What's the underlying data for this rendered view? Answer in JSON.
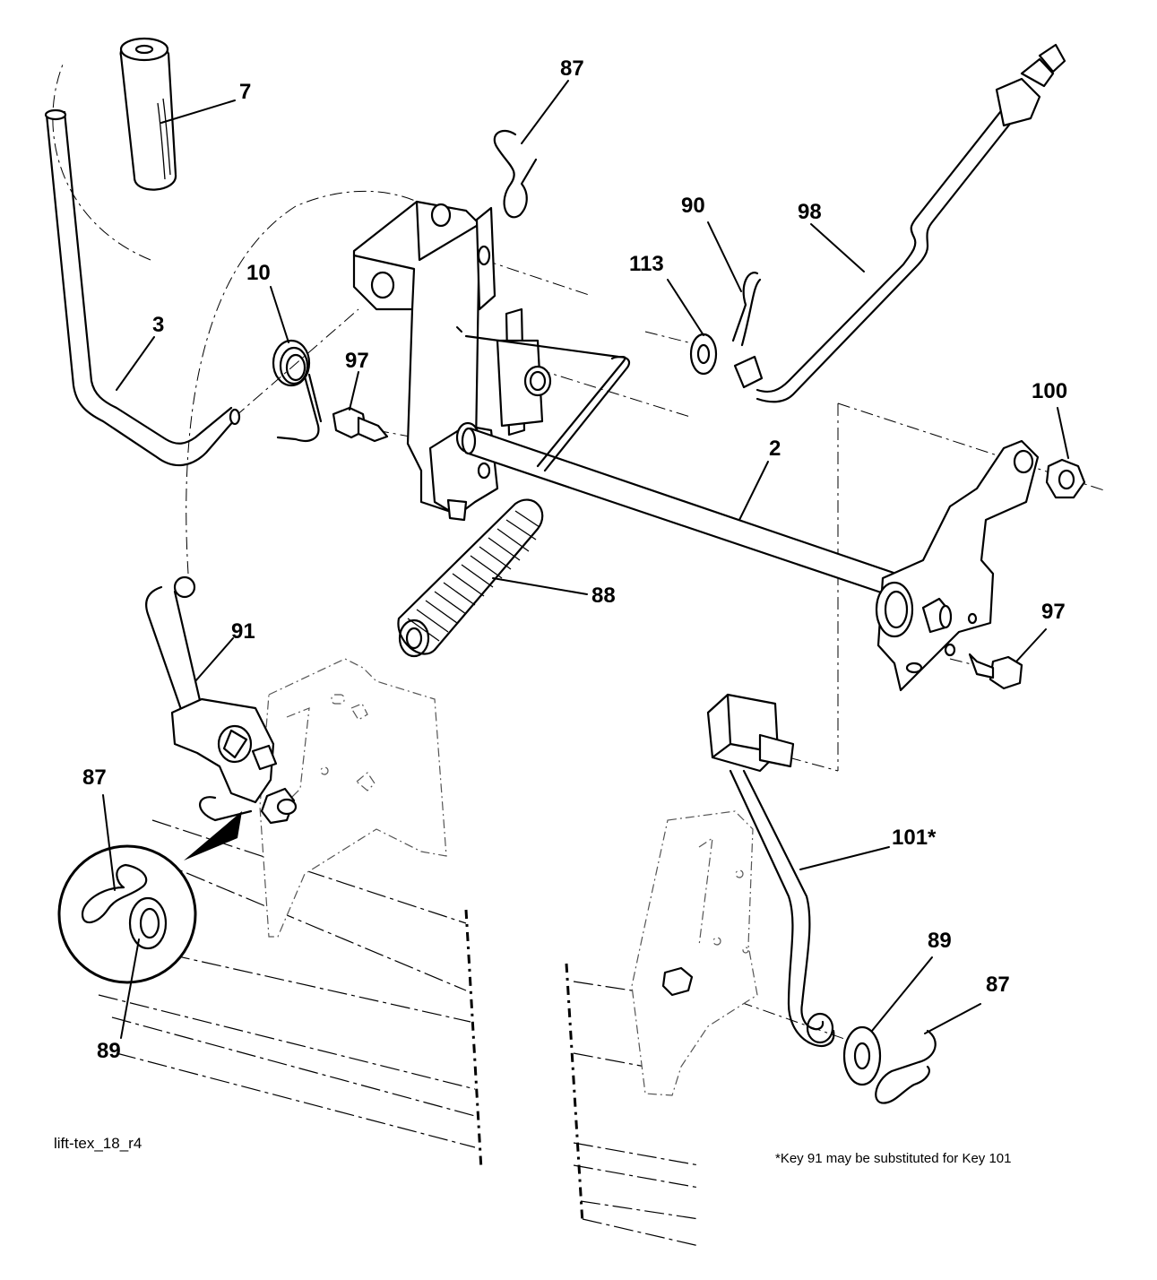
{
  "diagram": {
    "drawing_id": "lift-tex_18_r4",
    "footnote": "*Key 91 may be substituted for Key 101",
    "callouts": [
      {
        "id": "c7",
        "label": "7"
      },
      {
        "id": "c87a",
        "label": "87"
      },
      {
        "id": "c90",
        "label": "90"
      },
      {
        "id": "c98",
        "label": "98"
      },
      {
        "id": "c113",
        "label": "113"
      },
      {
        "id": "c10",
        "label": "10"
      },
      {
        "id": "c3",
        "label": "3"
      },
      {
        "id": "c97a",
        "label": "97"
      },
      {
        "id": "c100",
        "label": "100"
      },
      {
        "id": "c2",
        "label": "2"
      },
      {
        "id": "c88",
        "label": "88"
      },
      {
        "id": "c91",
        "label": "91"
      },
      {
        "id": "c97b",
        "label": "97"
      },
      {
        "id": "c87b",
        "label": "87"
      },
      {
        "id": "c89a",
        "label": "89"
      },
      {
        "id": "c101",
        "label": "101*"
      },
      {
        "id": "c89b",
        "label": "89"
      },
      {
        "id": "c87c",
        "label": "87"
      }
    ]
  }
}
